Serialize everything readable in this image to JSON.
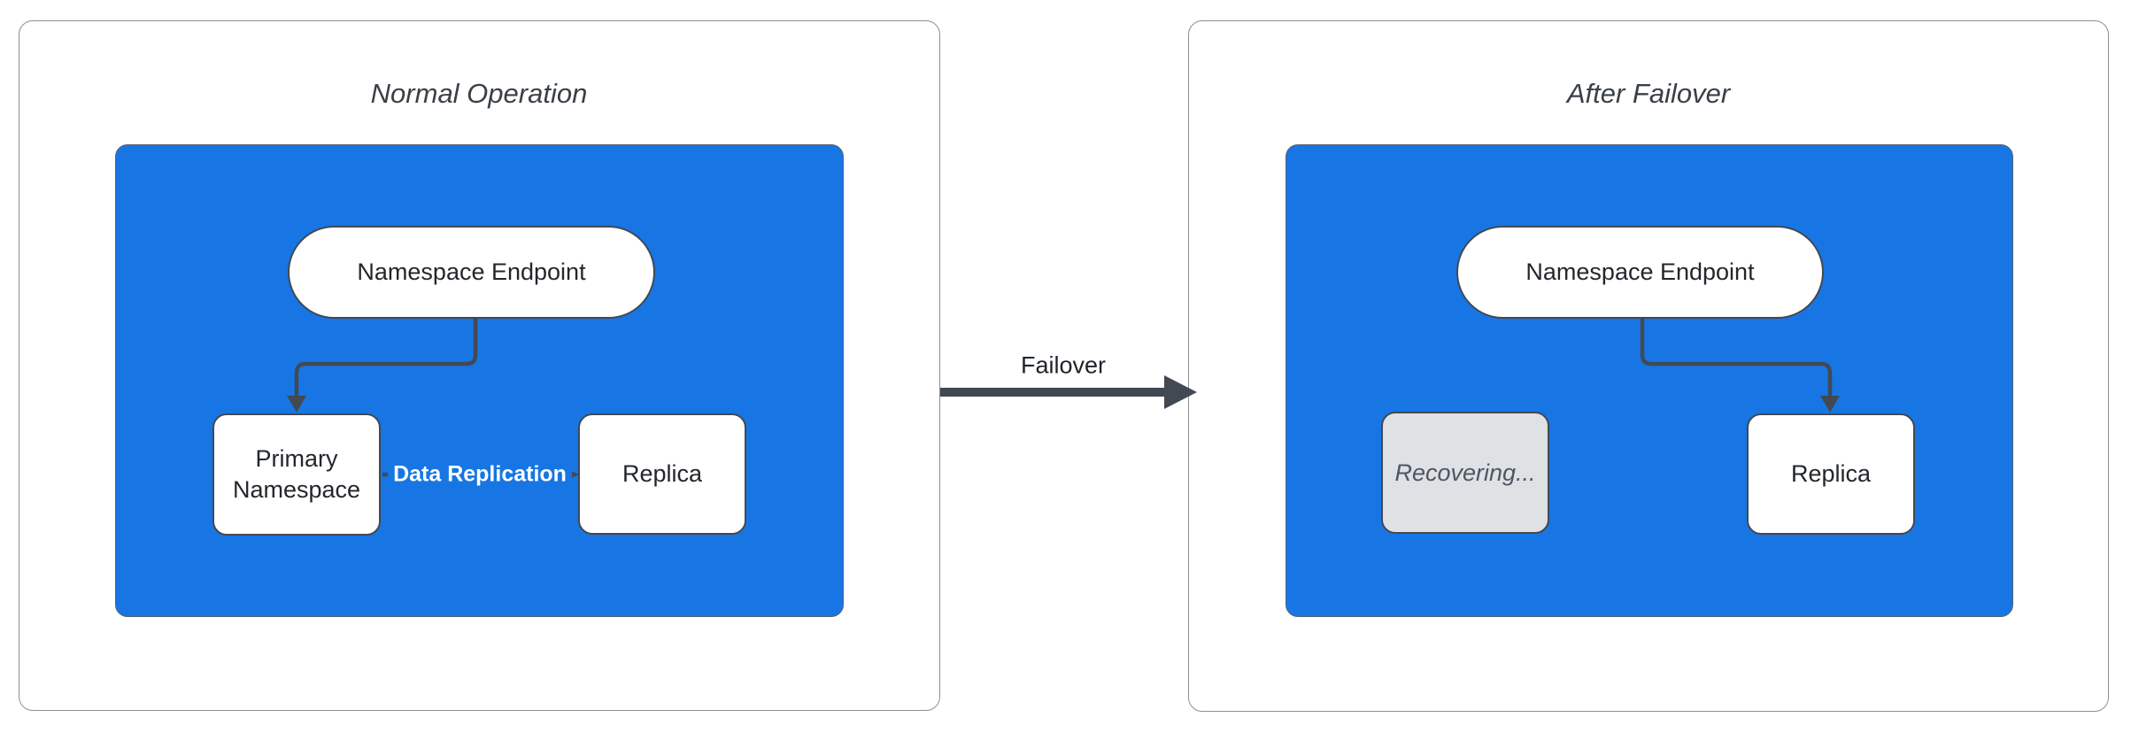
{
  "diagram": {
    "panels": [
      {
        "title": "Normal Operation",
        "endpoint_label": "Namespace Endpoint",
        "primary_label": "Primary Namespace",
        "replica_label": "Replica",
        "replication_edge_label": "Data Replication"
      },
      {
        "title": "After Failover",
        "endpoint_label": "Namespace Endpoint",
        "recovering_label": "Recovering...",
        "replica_label": "Replica"
      }
    ],
    "transition_label": "Failover",
    "colors": {
      "container_fill": "#1776e4",
      "edge_stroke": "#424952",
      "node_border": "#424952",
      "node_fill": "#ffffff",
      "recovering_fill": "#dfe1e4",
      "recovering_text": "#4d5765",
      "replication_label_text": "#ffffff",
      "title_text": "#3a4046"
    }
  }
}
